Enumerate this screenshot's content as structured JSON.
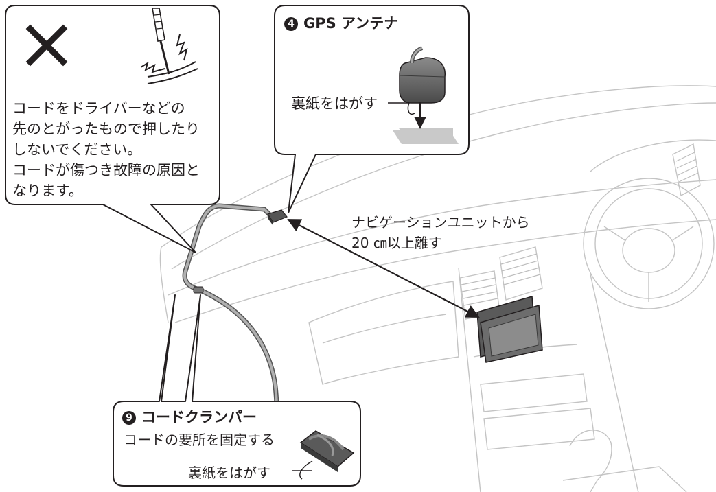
{
  "warning": {
    "lines": [
      "コードをドライバーなどの",
      "先のとがったもので押したり",
      "しないでください。",
      "コードが傷つき故障の原因と",
      "なります。"
    ]
  },
  "gps": {
    "number": "4",
    "title": "GPS アンテナ",
    "peel_label": "裏紙をはがす"
  },
  "distance_note": {
    "line1": "ナビゲーションユニットから",
    "line2": "20 ㎝以上離す"
  },
  "clamper": {
    "number": "9",
    "title": "コードクランパー",
    "description": "コードの要所を固定する",
    "peel_label": "裏紙をはがす"
  },
  "colors": {
    "outline": "#231f20",
    "car_line": "#bdbdbd",
    "cable": "#8f8f8f",
    "device": "#6d6d6d"
  }
}
